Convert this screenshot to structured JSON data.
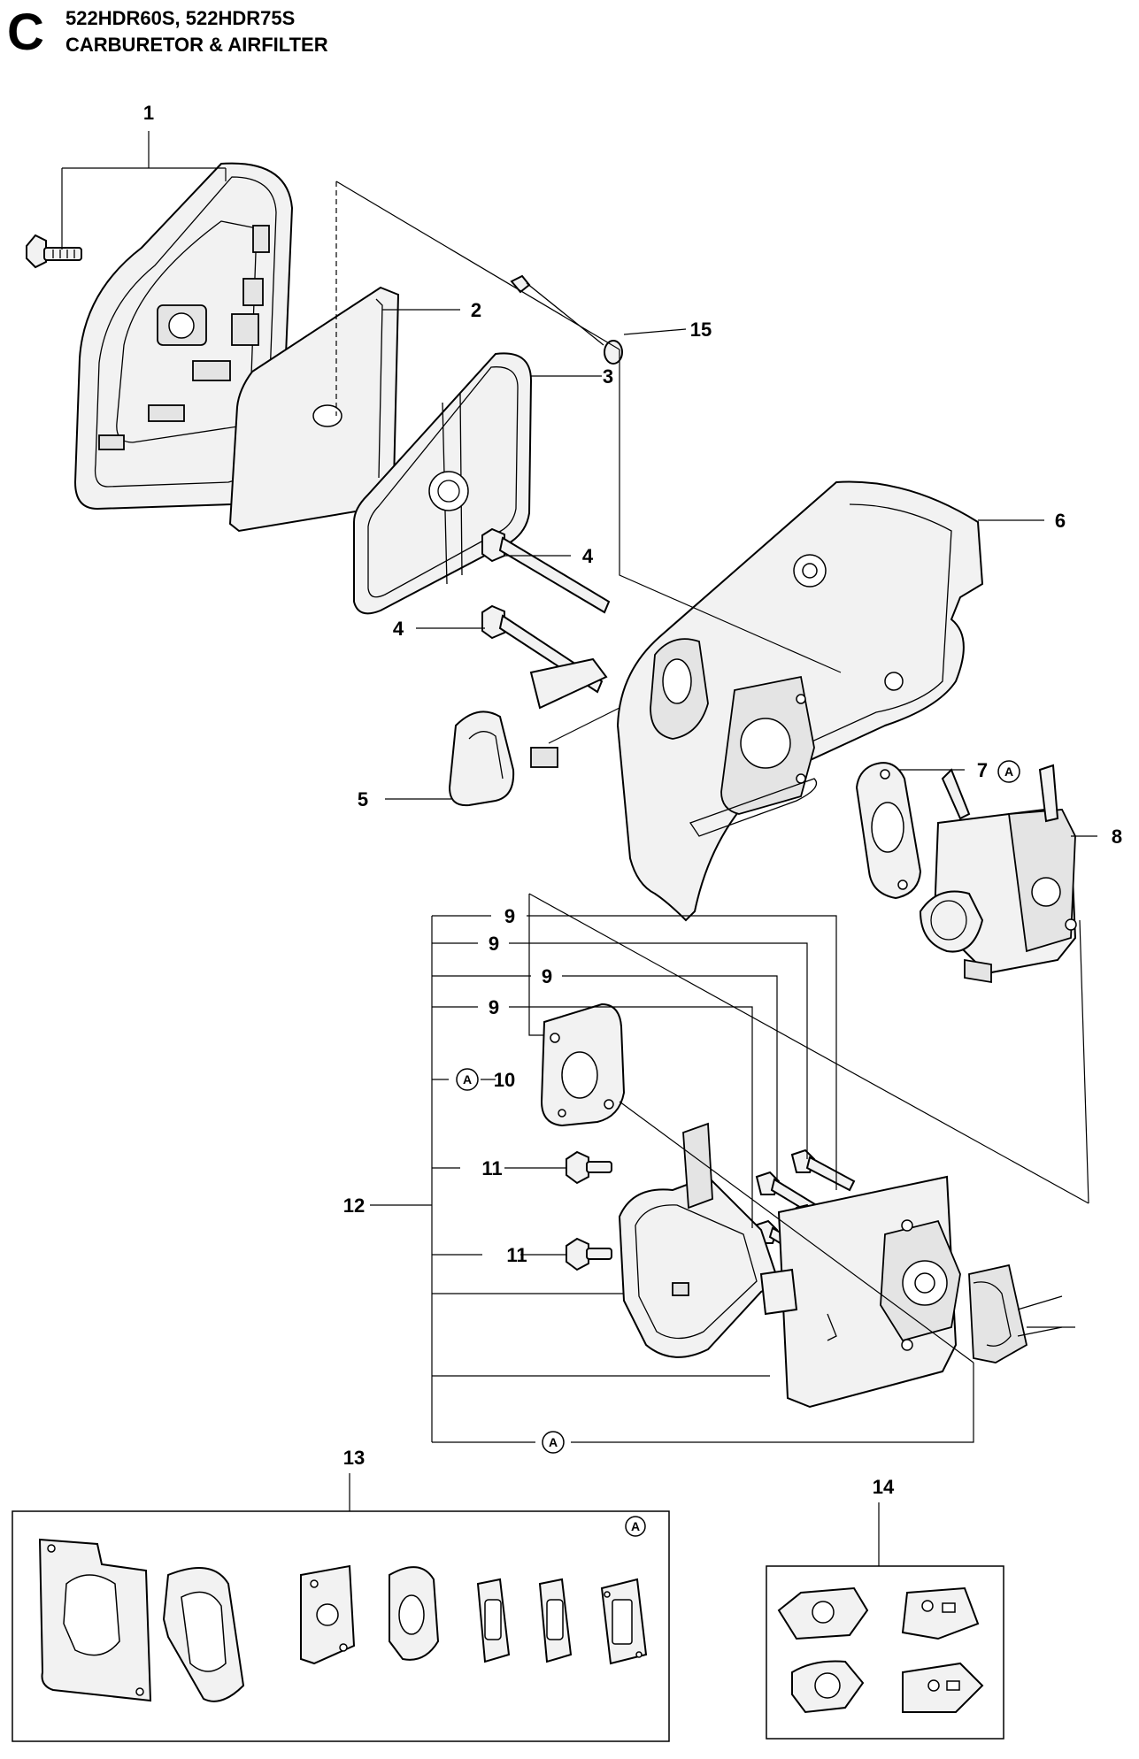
{
  "header": {
    "section_letter": "C",
    "models": "522HDR60S, 522HDR75S",
    "title": "CARBURETOR & AIRFILTER"
  },
  "labels": {
    "p1": "1",
    "p2": "2",
    "p3": "3",
    "p4a": "4",
    "p4b": "4",
    "p5": "5",
    "p6": "6",
    "p7": "7",
    "p8": "8",
    "p9a": "9",
    "p9b": "9",
    "p9c": "9",
    "p9d": "9",
    "p10": "10",
    "p11a": "11",
    "p11b": "11",
    "p12": "12",
    "p13": "13",
    "p14": "14",
    "p15": "15"
  },
  "kit_marker": {
    "letter": "A"
  }
}
